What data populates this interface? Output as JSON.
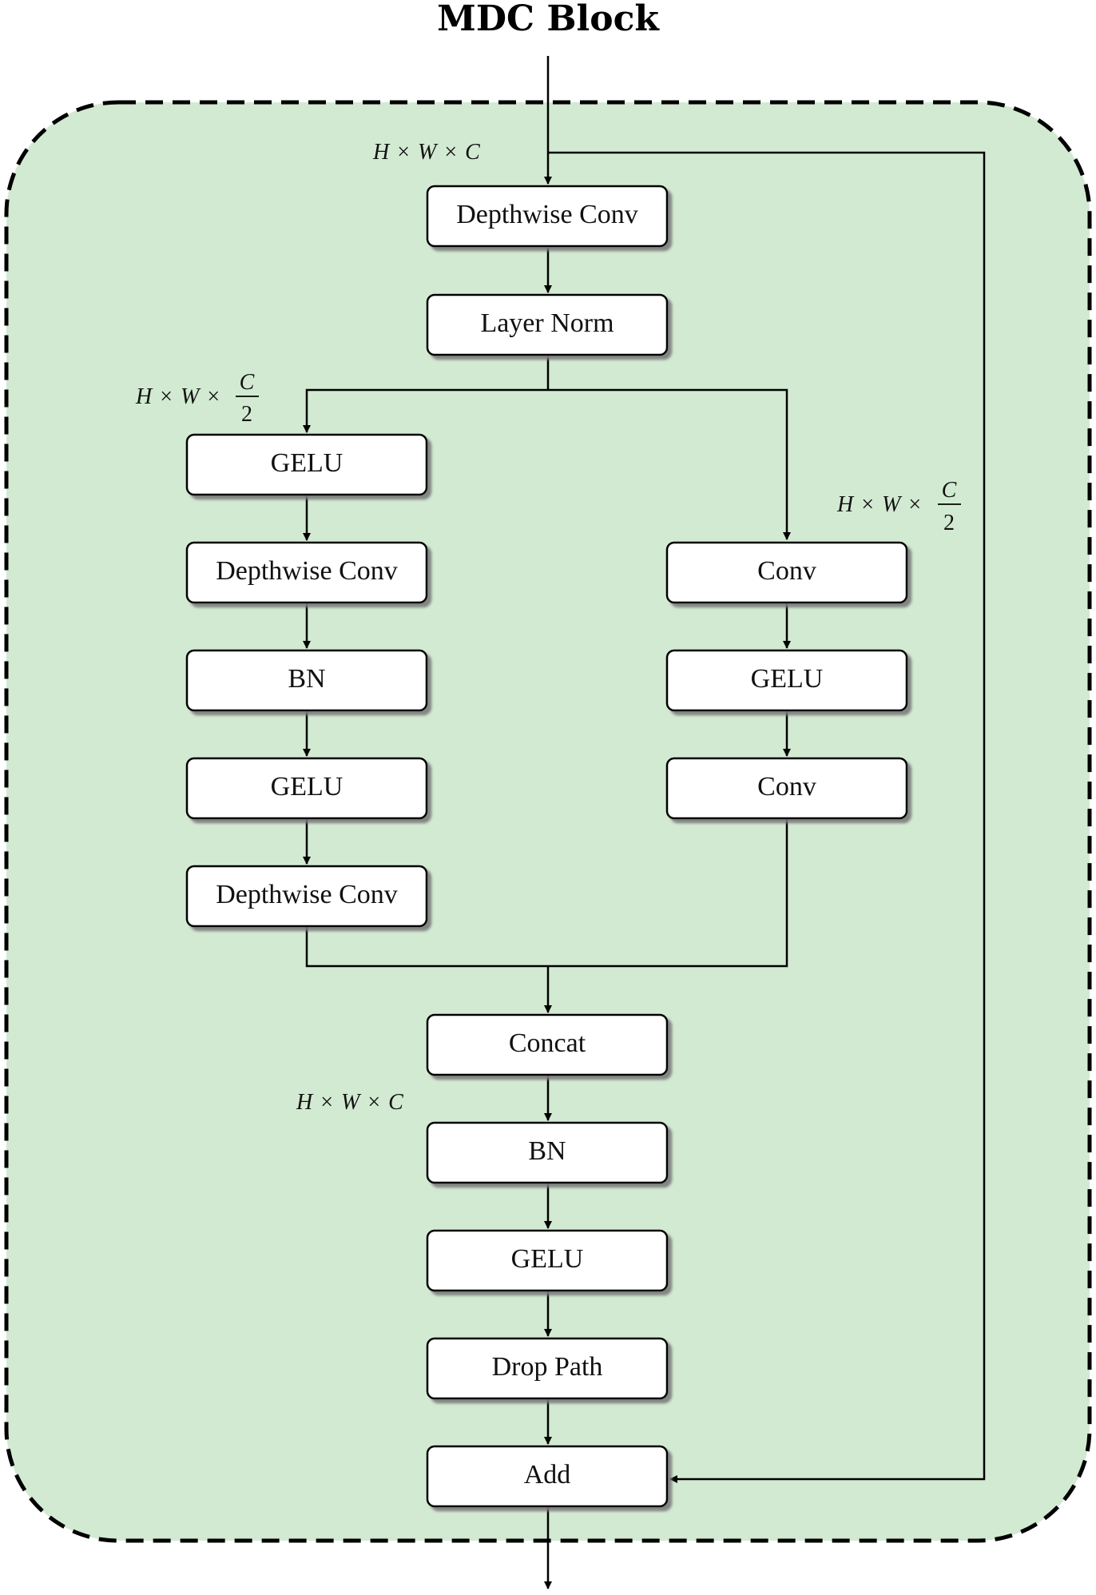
{
  "title": "MDC Block",
  "colors": {
    "container_fill": "#d2ead2",
    "container_border": "#000000",
    "node_fill": "#ffffff",
    "node_border": "#000000",
    "node_shadow": "#8a8a8a"
  },
  "nodes": {
    "depthwise_conv_top": "Depthwise Conv",
    "layer_norm": "Layer Norm",
    "left_gelu_1": "GELU",
    "left_depthwise_conv_1": "Depthwise Conv",
    "left_bn": "BN",
    "left_gelu_2": "GELU",
    "left_depthwise_conv_2": "Depthwise Conv",
    "right_conv_1": "Conv",
    "right_gelu": "GELU",
    "right_conv_2": "Conv",
    "concat": "Concat",
    "bn": "BN",
    "gelu": "GELU",
    "drop_path": "Drop Path",
    "add": "Add"
  },
  "shapes": {
    "input": {
      "H": "H",
      "times1": "×",
      "W": "W",
      "times2": "×",
      "C": "C"
    },
    "left_branch": {
      "H": "H",
      "times1": "×",
      "W": "W",
      "times2": "×",
      "numerator": "C",
      "denominator": "2"
    },
    "right_branch": {
      "H": "H",
      "times1": "×",
      "W": "W",
      "times2": "×",
      "numerator": "C",
      "denominator": "2"
    },
    "after_concat": {
      "H": "H",
      "times1": "×",
      "W": "W",
      "times2": "×",
      "C": "C"
    }
  }
}
